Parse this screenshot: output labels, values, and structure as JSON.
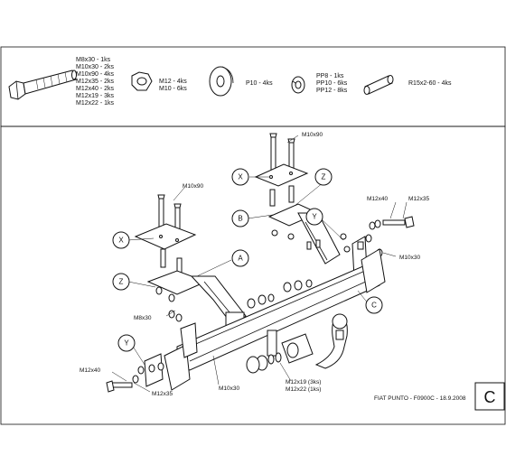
{
  "legend": {
    "bolts": [
      "M8x30 - 1ks",
      "M10x30 - 2ks",
      "M10x90 - 4ks",
      "M12x35 - 2ks",
      "M12x40 - 2ks",
      "M12x19 - 3ks",
      "M12x22 - 1ks"
    ],
    "nuts": [
      "M12 - 4ks",
      "M10 - 6ks"
    ],
    "washer": "P10 - 4ks",
    "spring_washers": [
      "PP8 - 1ks",
      "PP10 - 6ks",
      "PP12 - 8ks"
    ],
    "sleeve": "R15x2-60 - 4ks"
  },
  "labels": {
    "m10x90_top": "M10x90",
    "m10x90_left": "M10x90",
    "m12x40_right": "M12x40",
    "m12x35_right": "M12x35",
    "m10x30_right": "M10x30",
    "m8x30": "M8x30",
    "m12x40_left": "M12x40",
    "m12x35_left": "M12x35",
    "m10x30_bottom": "M10x30",
    "m12x19": "M12x19 (3ks)",
    "m12x22": "M12x22 (1ks)"
  },
  "callouts": {
    "x_top": "X",
    "z_top": "Z",
    "b": "B",
    "y_top": "Y",
    "x_left": "X",
    "a": "A",
    "z_left": "Z",
    "c": "C",
    "y_left": "Y"
  },
  "footer": "FIAT PUNTO - F0900C - 18.9.2008",
  "sheet_letter": "C"
}
